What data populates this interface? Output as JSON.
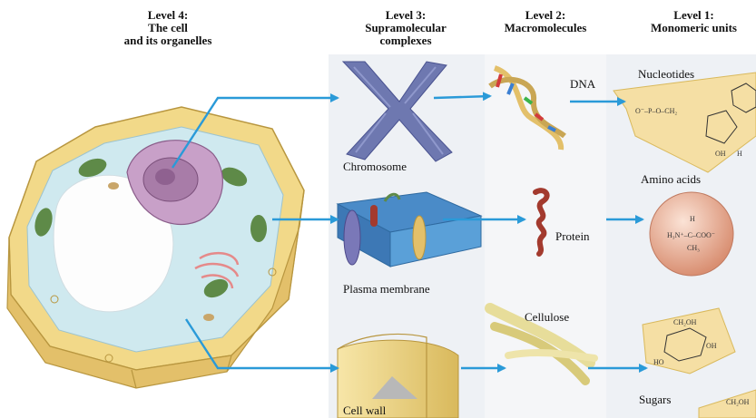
{
  "levels": {
    "level4": {
      "line1": "Level 4:",
      "line2": "The cell",
      "line3": "and its organelles"
    },
    "level3": {
      "line1": "Level 3:",
      "line2": "Supramolecular",
      "line3": "complexes"
    },
    "level2": {
      "line1": "Level 2:",
      "line2": "Macromolecules"
    },
    "level1": {
      "line1": "Level 1:",
      "line2": "Monomeric units"
    }
  },
  "labels": {
    "chromosome": "Chromosome",
    "plasma_membrane": "Plasma membrane",
    "cell_wall": "Cell wall",
    "dna": "DNA",
    "protein": "Protein",
    "cellulose": "Cellulose",
    "nucleotides": "Nucleotides",
    "amino_acids": "Amino acids",
    "sugars": "Sugars"
  },
  "colors": {
    "arrow": "#2a9ad8",
    "cell_wall": "#f2d989",
    "cytoplasm": "#cfe9ef",
    "chloroplast": "#5e8a48",
    "nucleus": "#a87ca8",
    "chromosome": "#6e78b0",
    "protein": "#a33a2e",
    "cellulose": "#e7dd9a",
    "amino_sphere": "#efb79e",
    "paper": "#f5dfa4"
  },
  "icons": [
    "cell-illustration",
    "chromosome-illustration",
    "membrane-illustration",
    "cell-wall-illustration",
    "dna-helix-illustration",
    "protein-illustration",
    "cellulose-illustration",
    "nucleotide-structure",
    "amino-acid-structure",
    "sugar-structure"
  ]
}
